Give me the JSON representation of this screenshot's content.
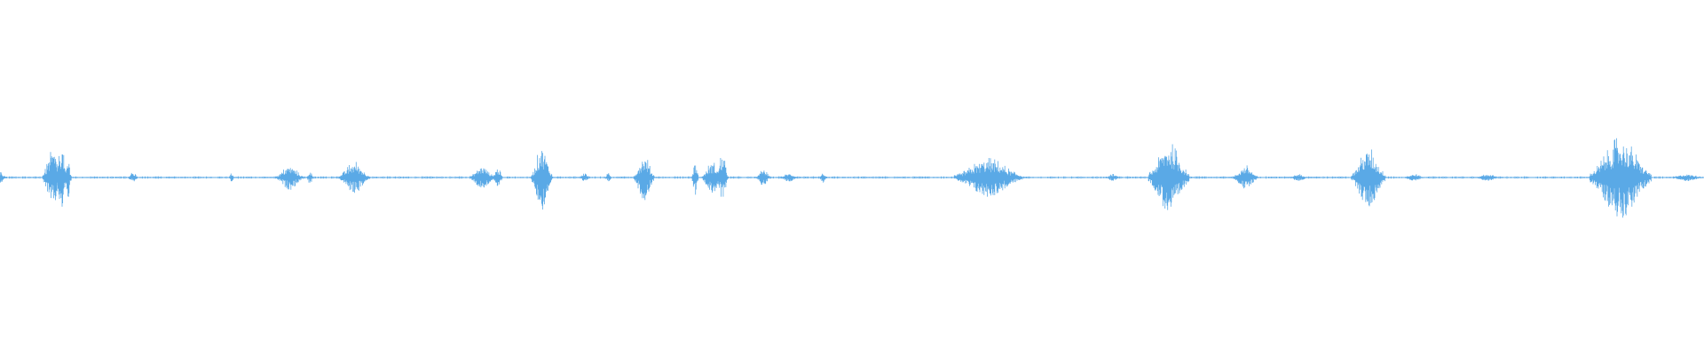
{
  "waveform": {
    "color": "#5aa9e6",
    "background": "#ffffff",
    "baseline_color": "#5aa9e6",
    "bursts": [
      {
        "t": 0.0,
        "amp": 0.03,
        "dur": 0.004
      },
      {
        "t": 0.031,
        "amp": 0.16,
        "dur": 0.006
      },
      {
        "t": 0.036,
        "amp": 0.2,
        "dur": 0.003
      },
      {
        "t": 0.04,
        "amp": 0.12,
        "dur": 0.002
      },
      {
        "t": 0.078,
        "amp": 0.03,
        "dur": 0.003
      },
      {
        "t": 0.136,
        "amp": 0.025,
        "dur": 0.002
      },
      {
        "t": 0.17,
        "amp": 0.07,
        "dur": 0.008
      },
      {
        "t": 0.182,
        "amp": 0.04,
        "dur": 0.002
      },
      {
        "t": 0.208,
        "amp": 0.09,
        "dur": 0.009
      },
      {
        "t": 0.283,
        "amp": 0.07,
        "dur": 0.007
      },
      {
        "t": 0.292,
        "amp": 0.06,
        "dur": 0.003
      },
      {
        "t": 0.318,
        "amp": 0.19,
        "dur": 0.006
      },
      {
        "t": 0.343,
        "amp": 0.03,
        "dur": 0.003
      },
      {
        "t": 0.357,
        "amp": 0.025,
        "dur": 0.002
      },
      {
        "t": 0.378,
        "amp": 0.13,
        "dur": 0.006
      },
      {
        "t": 0.408,
        "amp": 0.1,
        "dur": 0.002
      },
      {
        "t": 0.418,
        "amp": 0.09,
        "dur": 0.006
      },
      {
        "t": 0.424,
        "amp": 0.15,
        "dur": 0.003
      },
      {
        "t": 0.448,
        "amp": 0.05,
        "dur": 0.004
      },
      {
        "t": 0.463,
        "amp": 0.025,
        "dur": 0.005
      },
      {
        "t": 0.483,
        "amp": 0.03,
        "dur": 0.002
      },
      {
        "t": 0.58,
        "amp": 0.11,
        "dur": 0.02
      },
      {
        "t": 0.653,
        "amp": 0.02,
        "dur": 0.004
      },
      {
        "t": 0.686,
        "amp": 0.2,
        "dur": 0.012
      },
      {
        "t": 0.731,
        "amp": 0.07,
        "dur": 0.007
      },
      {
        "t": 0.762,
        "amp": 0.02,
        "dur": 0.006
      },
      {
        "t": 0.803,
        "amp": 0.17,
        "dur": 0.01
      },
      {
        "t": 0.83,
        "amp": 0.02,
        "dur": 0.006
      },
      {
        "t": 0.873,
        "amp": 0.02,
        "dur": 0.007
      },
      {
        "t": 0.951,
        "amp": 0.23,
        "dur": 0.018
      },
      {
        "t": 0.99,
        "amp": 0.02,
        "dur": 0.01
      }
    ]
  }
}
